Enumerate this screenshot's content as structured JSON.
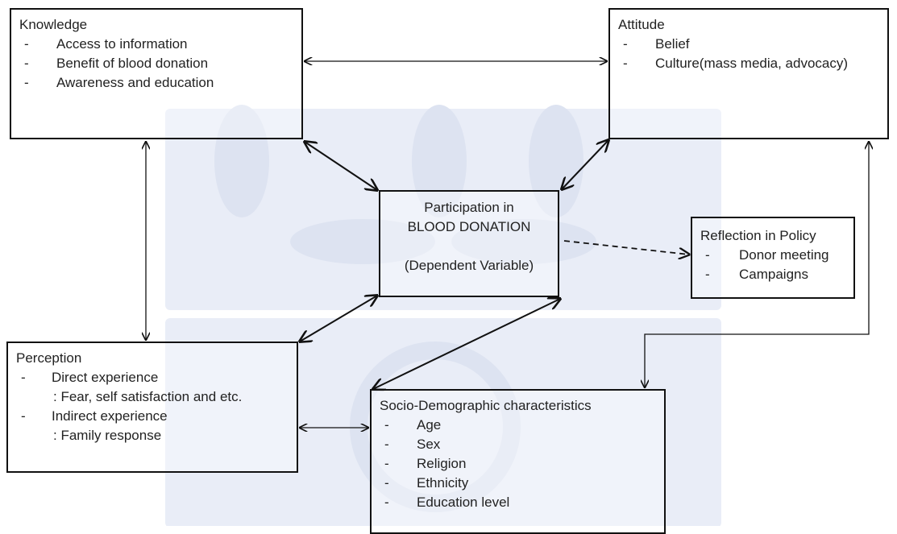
{
  "knowledge": {
    "title": "Knowledge",
    "items": [
      "Access to information",
      "Benefit of blood donation",
      "Awareness and education"
    ]
  },
  "attitude": {
    "title": "Attitude",
    "items": [
      "Belief",
      "Culture(mass media, advocacy)"
    ]
  },
  "participation": {
    "line1": "Participation in",
    "line2": "BLOOD DONATION",
    "line3": "(Dependent Variable)"
  },
  "policy": {
    "title": "Reflection in Policy",
    "items": [
      "Donor meeting",
      "Campaigns"
    ]
  },
  "perception": {
    "title": "Perception",
    "items": [
      {
        "label": "Direct experience",
        "detail": ": Fear, self satisfaction and etc."
      },
      {
        "label": "Indirect experience",
        "detail": ": Family response"
      }
    ]
  },
  "socio": {
    "title": "Socio-Demographic characteristics",
    "items": [
      "Age",
      "Sex",
      "Religion",
      "Ethnicity",
      "Education level"
    ]
  },
  "dash": "-",
  "colors": {
    "watermark": "#e8ecf6",
    "border": "#111111",
    "connector": "#111111"
  }
}
